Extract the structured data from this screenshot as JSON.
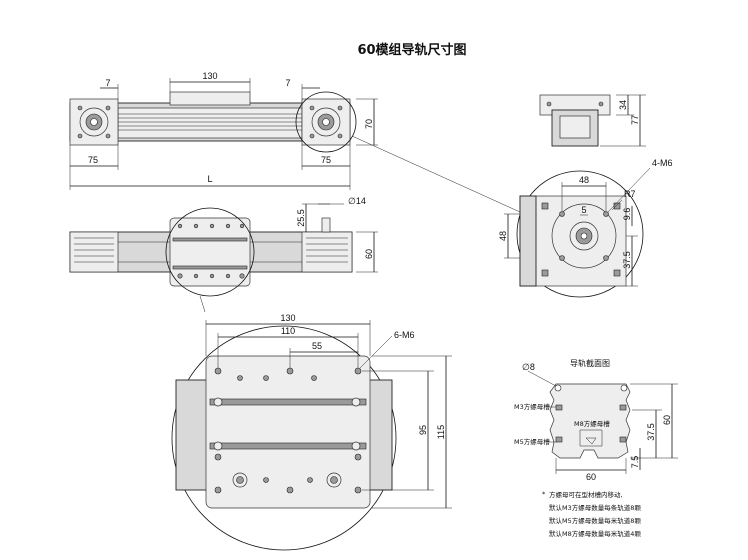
{
  "title": "60模组导轨尺寸图",
  "front_view": {
    "dim_130": "130",
    "dim_7_left": "7",
    "dim_7_right": "7",
    "dim_75_left": "75",
    "dim_75_right": "75",
    "dim_L": "L",
    "dim_70": "70"
  },
  "top_view": {
    "dim_25_5": "25.5",
    "dim_phi14": "∅14",
    "dim_60": "60"
  },
  "end_view": {
    "dim_34": "34",
    "dim_77": "77"
  },
  "flange_detail": {
    "dim_4m6": "4-M6",
    "dim_48_h": "48",
    "dim_r7": "R7",
    "dim_5": "5",
    "dim_9_6": "9.6",
    "dim_48_v": "48",
    "dim_37_5": "37.5"
  },
  "carriage_detail": {
    "dim_130": "130",
    "dim_110": "110",
    "dim_6m6": "6-M6",
    "dim_55": "55",
    "dim_95": "95",
    "dim_115": "115"
  },
  "section": {
    "title": "导轨截面图",
    "dim_phi8": "∅8",
    "m3_label": "M3方螺母槽",
    "m8_label": "M8方螺母槽",
    "m5_label": "M5方螺母槽",
    "dim_37_5": "37.5",
    "dim_60_v": "60",
    "dim_7_5": "7.5",
    "dim_60_h": "60"
  },
  "notes": [
    "方螺母可在型材槽内移动,",
    "默认M3方螺母数量每条轨道8颗",
    "默认M5方螺母数量每米轨道8颗",
    "默认M8方螺母数量每米轨道4颗"
  ]
}
